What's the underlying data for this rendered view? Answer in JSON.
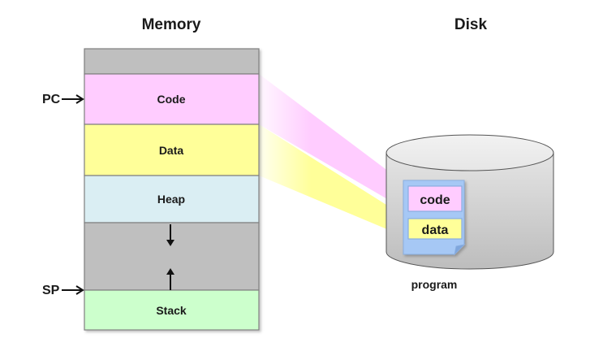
{
  "titles": {
    "memory": "Memory",
    "disk": "Disk"
  },
  "memory_segments": [
    {
      "id": "unused-top",
      "label": "",
      "color": "#bfbfbf"
    },
    {
      "id": "code",
      "label": "Code",
      "color": "#ffccff"
    },
    {
      "id": "data",
      "label": "Data",
      "color": "#ffff99"
    },
    {
      "id": "heap",
      "label": "Heap",
      "color": "#daeef3"
    },
    {
      "id": "free",
      "label": "",
      "color": "#bfbfbf"
    },
    {
      "id": "stack",
      "label": "Stack",
      "color": "#ccffcc"
    }
  ],
  "pointers": {
    "pc": "PC",
    "sp": "SP"
  },
  "disk": {
    "file_label": "program",
    "sections": [
      {
        "id": "code",
        "label": "code",
        "color": "#ffccff"
      },
      {
        "id": "data",
        "label": "data",
        "color": "#ffff99"
      }
    ],
    "document_color": "#a6c8f5",
    "cylinder_color": "#d0d0d0"
  },
  "mappings": [
    {
      "from": "code",
      "to": "code",
      "color": "#ffccff"
    },
    {
      "from": "data",
      "to": "data",
      "color": "#ffff99"
    }
  ]
}
